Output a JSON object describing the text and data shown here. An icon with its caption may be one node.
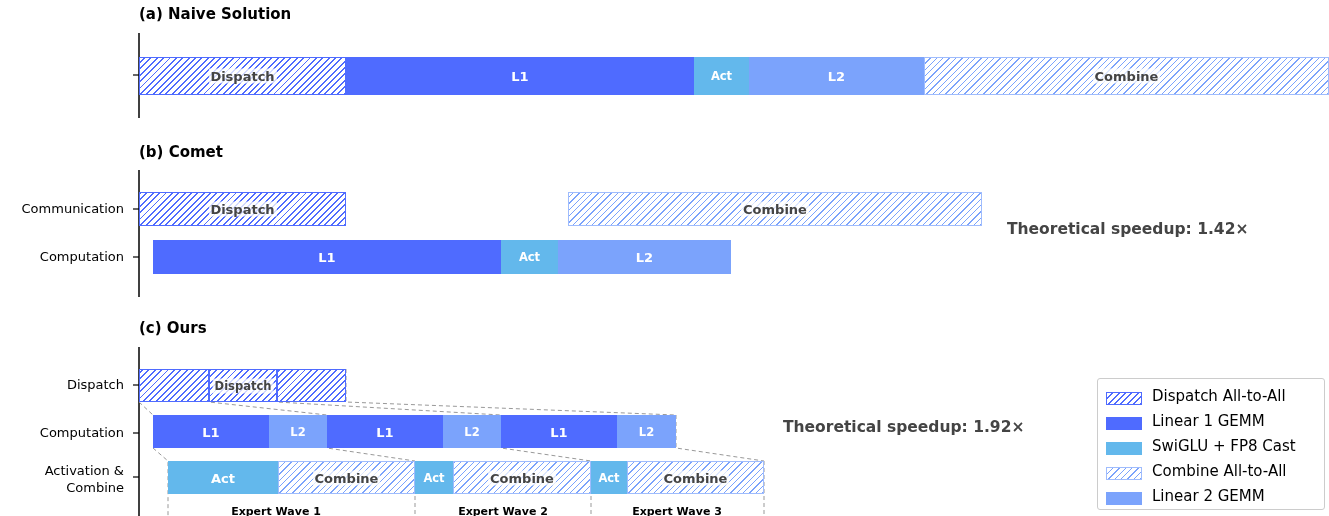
{
  "diagram": {
    "nodes": [
      {
        "text": [
          "Dispatch"
        ]
      },
      {
        "text": [
          "L1"
        ]
      },
      {
        "text": [
          "Act"
        ]
      },
      {
        "text": [
          "L2"
        ]
      },
      {
        "text": [
          "Combine"
        ]
      },
      {
        "text": [
          "Dispatch"
        ]
      },
      {
        "text": [
          "Combine"
        ]
      },
      {
        "text": [
          "L1"
        ]
      },
      {
        "text": [
          "Act"
        ]
      },
      {
        "text": [
          "L2"
        ]
      },
      {
        "text": [],
        "shape": "bar"
      },
      {
        "text": [
          "Dispatch"
        ]
      },
      {
        "text": [],
        "shape": "bar"
      },
      {
        "text": [
          "L1"
        ]
      },
      {
        "text": [
          "L2"
        ]
      },
      {
        "text": [
          "L1"
        ]
      },
      {
        "text": [
          "L2"
        ]
      },
      {
        "text": [
          "L1"
        ]
      },
      {
        "text": [
          "L2"
        ]
      },
      {
        "text": [
          "Act"
        ]
      },
      {
        "text": [
          "Combine"
        ]
      },
      {
        "text": [
          "Act"
        ]
      },
      {
        "text": [
          "Combine"
        ]
      },
      {
        "text": [
          "Act"
        ]
      },
      {
        "text": [
          "Combine"
        ]
      }
    ],
    "labels": [
      "(a) Naive Solution",
      "(b) Comet",
      "Communication",
      "Computation",
      "Theoretical speedup: 1.42×",
      "(c) Ours",
      "Dispatch",
      "Computation",
      "Activation & Combine",
      "Theoretical speedup: 1.92×",
      "Expert Wave 1",
      "Expert Wave 2",
      "Expert Wave 3"
    ],
    "legend": [
      {
        "text": "Dispatch All-to-All"
      },
      {
        "text": "Linear 1 GEMM",
        "color": "#4f6bff"
      },
      {
        "text": "SwiGLU + FP8 Cast",
        "color": "#63b8ec"
      },
      {
        "text": "Combine All-to-All"
      },
      {
        "text": "Linear 2 GEMM",
        "color": "#7ba3fc"
      }
    ]
  }
}
